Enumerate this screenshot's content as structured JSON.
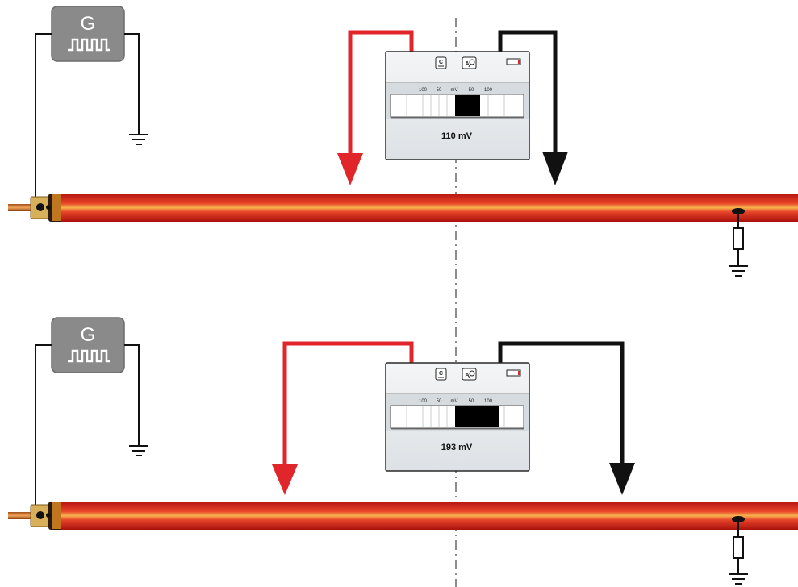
{
  "colors": {
    "cable": "#d9261c",
    "cable_highlight": "#f5b24a",
    "red_lead": "#e0262b",
    "black_lead": "#111111",
    "generator": "#8a8a8a",
    "instrument_body": "#e6e9ec",
    "centerline": "#8c8c8c"
  },
  "icons": {
    "generator_signal": "square-wave-icon",
    "instrument_mode_1": "clamp-mode-icon",
    "instrument_mode_2": "probe-mode-icon",
    "battery": "battery-icon",
    "ground": "ground-symbol-icon",
    "resistor": "resistor-icon"
  },
  "panels": [
    {
      "generator_label": "G",
      "scale": {
        "left_100": "100",
        "left_50": "50",
        "unit": "mV",
        "right_50": "50",
        "right_100": "100"
      },
      "reading": "110 mV",
      "deflection_percent": 31
    },
    {
      "generator_label": "G",
      "scale": {
        "left_100": "100",
        "left_50": "50",
        "unit": "mV",
        "right_50": "50",
        "right_100": "100"
      },
      "reading": "193 mV",
      "deflection_percent": 55
    }
  ]
}
